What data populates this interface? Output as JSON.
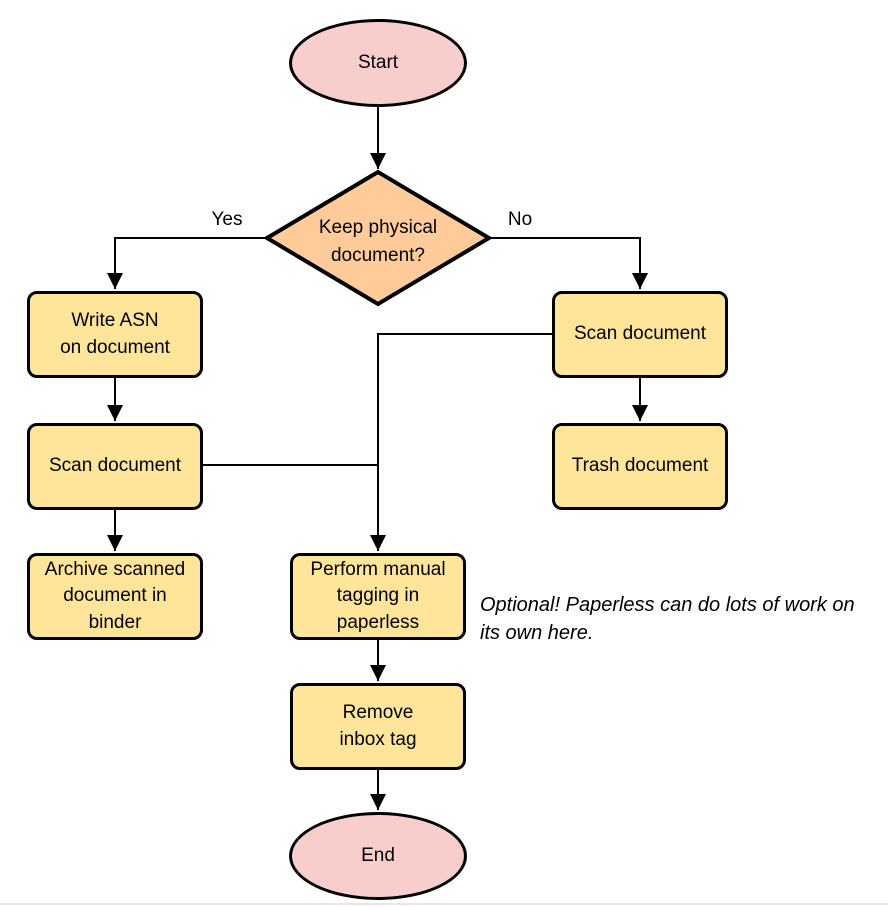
{
  "colors": {
    "background": "#ffffff",
    "terminal_fill": "#f8cecc",
    "process_fill": "#ffe599",
    "decision_fill": "#ffcc99",
    "stroke": "#000000",
    "note_text": "#000000",
    "bottom_edge": "#f2e2e2"
  },
  "nodes": {
    "start": {
      "type": "terminal",
      "label": "Start"
    },
    "decision": {
      "type": "decision",
      "label": "Keep physical\ndocument?"
    },
    "write_asn": {
      "type": "process",
      "label": "Write ASN\non document"
    },
    "scan_left": {
      "type": "process",
      "label": "Scan document"
    },
    "archive": {
      "type": "process",
      "label": "Archive scanned\ndocument in\nbinder"
    },
    "scan_right": {
      "type": "process",
      "label": "Scan document"
    },
    "trash": {
      "type": "process",
      "label": "Trash document"
    },
    "tagging": {
      "type": "process",
      "label": "Perform manual\ntagging in\npaperless"
    },
    "remove_inbox": {
      "type": "process",
      "label": "Remove\ninbox tag"
    },
    "end": {
      "type": "terminal",
      "label": "End"
    }
  },
  "edge_labels": {
    "yes": "Yes",
    "no": "No"
  },
  "note": {
    "text": "Optional! Paperless can do lots of work on\nits own here."
  }
}
